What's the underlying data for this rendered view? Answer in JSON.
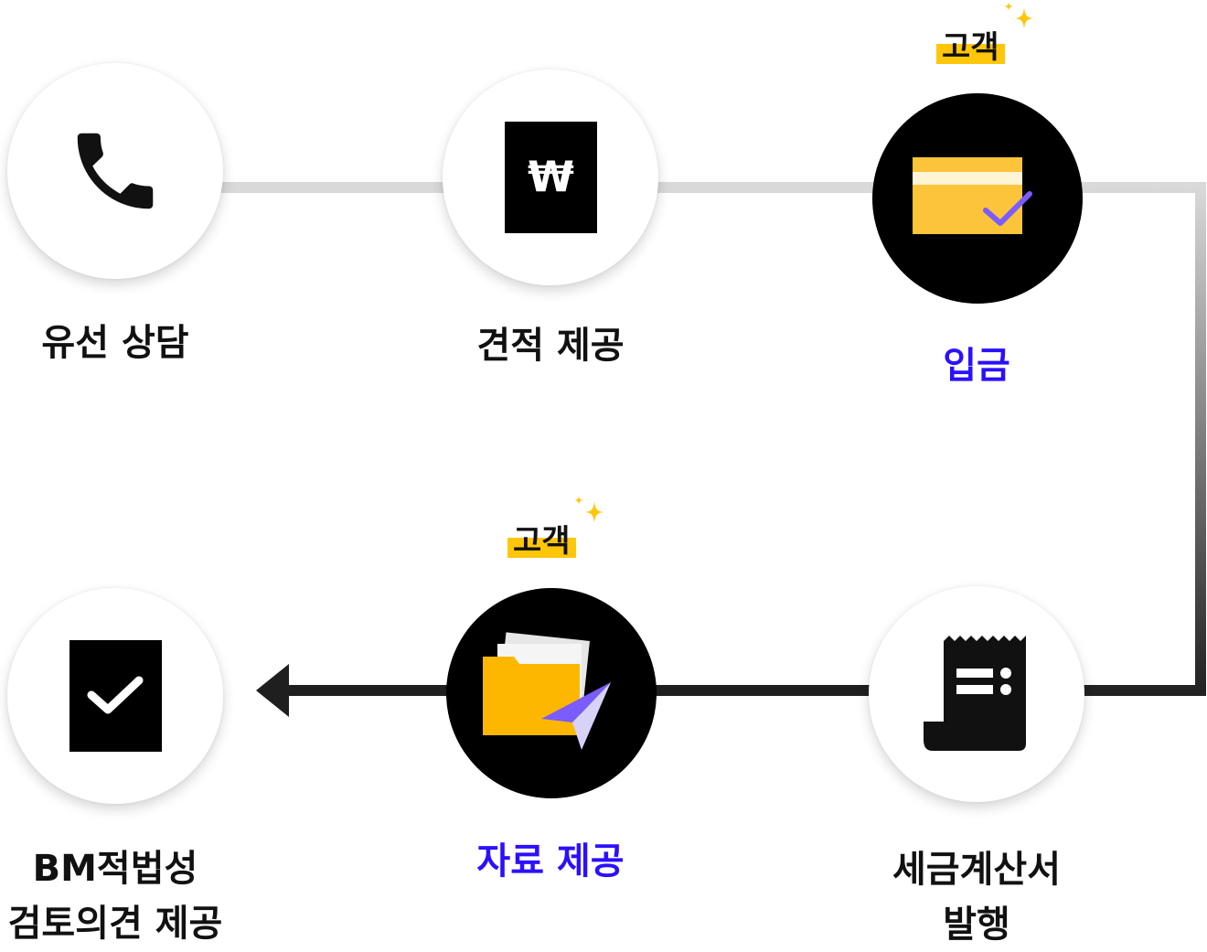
{
  "steps": [
    {
      "id": "phone",
      "label": "유선 상담",
      "icon": "phone-icon",
      "style": "light"
    },
    {
      "id": "estimate",
      "label": "견적 제공",
      "icon": "won-document-icon",
      "style": "light"
    },
    {
      "id": "payment",
      "label": "입금",
      "icon": "card-check-icon",
      "style": "dark",
      "badge": "고객",
      "accent": true
    },
    {
      "id": "invoice",
      "label_lines": [
        "세금계산서",
        "발행"
      ],
      "icon": "receipt-icon",
      "style": "light"
    },
    {
      "id": "materials",
      "label": "자료 제공",
      "icon": "folder-send-icon",
      "style": "dark",
      "badge": "고객",
      "accent": true
    },
    {
      "id": "review",
      "label_lines": [
        "BM적법성",
        "검토의견 제공"
      ],
      "icon": "check-document-icon",
      "style": "light"
    }
  ],
  "won_symbol": "₩",
  "colors": {
    "accent_text": "#2b10ff",
    "highlight": "#ffc60a",
    "card": "#fbc43a",
    "folder": "#fdb700",
    "check": "#7a5cff",
    "line_light": "#d9d9d9",
    "line_dark": "#1f1f1f"
  }
}
